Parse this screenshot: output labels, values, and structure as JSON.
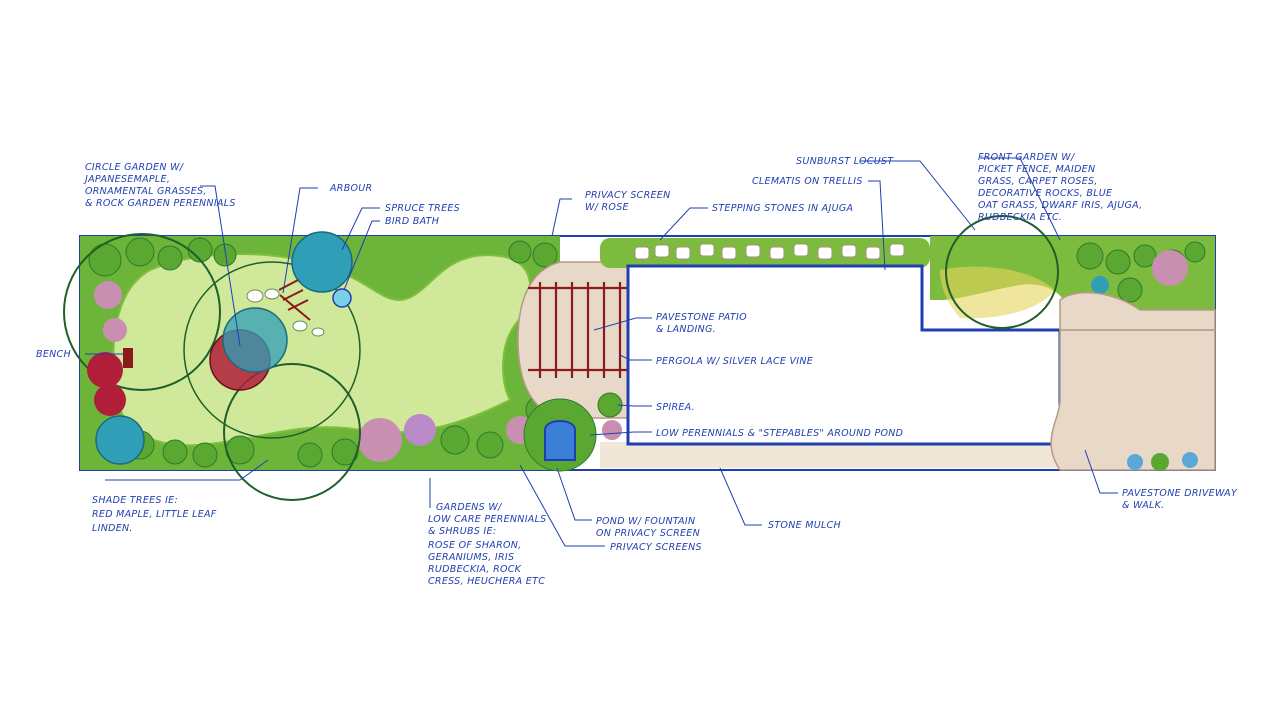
{
  "plan": {
    "labels": {
      "circle_garden": [
        "CIRCLE GARDEN W/",
        "JAPANESEMAPLE,",
        "ORNAMENTAL GRASSES,",
        "& ROCK GARDEN PERENNIALS"
      ],
      "arbour": "ARBOUR",
      "spruce_trees": "SPRUCE TREES",
      "bird_bath": "BIRD BATH",
      "privacy_screen_rose": [
        "PRIVACY SCREEN",
        "W/ ROSE"
      ],
      "stepping_stones": "STEPPING STONES IN AJUGA",
      "sunburst_locust": "SUNBURST LOCUST",
      "clematis": "CLEMATIS ON TRELLIS",
      "front_garden": [
        "FRONT GARDEN W/",
        "PICKET FENCE, MAIDEN",
        "GRASS, CARPET ROSES,",
        "DECORATIVE ROCKS, BLUE",
        "OAT GRASS, DWARF IRIS, AJUGA,",
        "RUDBECKIA ETC."
      ],
      "bench": "BENCH",
      "pavestone_patio": [
        "PAVESTONE PATIO",
        "& LANDING."
      ],
      "pergola": "PERGOLA W/ SILVER LACE VINE",
      "spirea": "SPIREA.",
      "low_perennials": "LOW PERENNIALS & \"STEPABLES\" AROUND POND",
      "shade_trees": [
        "SHADE TREES IE:",
        "RED MAPLE, LITTLE LEAF",
        "LINDEN."
      ],
      "gardens": [
        "GARDENS W/",
        "LOW CARE PERENNIALS",
        "& SHRUBS IE:",
        "ROSE OF SHARON,",
        "GERANIUMS, IRIS",
        "RUDBECKIA, ROCK",
        "CRESS, HEUCHERA ETC"
      ],
      "pond": [
        "POND W/ FOUNTAIN",
        "ON PRIVACY SCREEN"
      ],
      "privacy_screens": "PRIVACY SCREENS",
      "stone_mulch": "STONE MULCH",
      "driveway": [
        "PAVESTONE DRIVEWAY",
        "& WALK."
      ]
    },
    "colors": {
      "lawn": "#cfe89a",
      "shrub": "#5aa832",
      "shrub_dark": "#2f7a2a",
      "pink": "#c98fb0",
      "red": "#b01e3a",
      "teal": "#2f9fb8",
      "pavestone": "#e8d8c8",
      "pergola": "#8b1a1a",
      "ink": "#1f3fb0",
      "yellow": "#e6d45a"
    }
  }
}
